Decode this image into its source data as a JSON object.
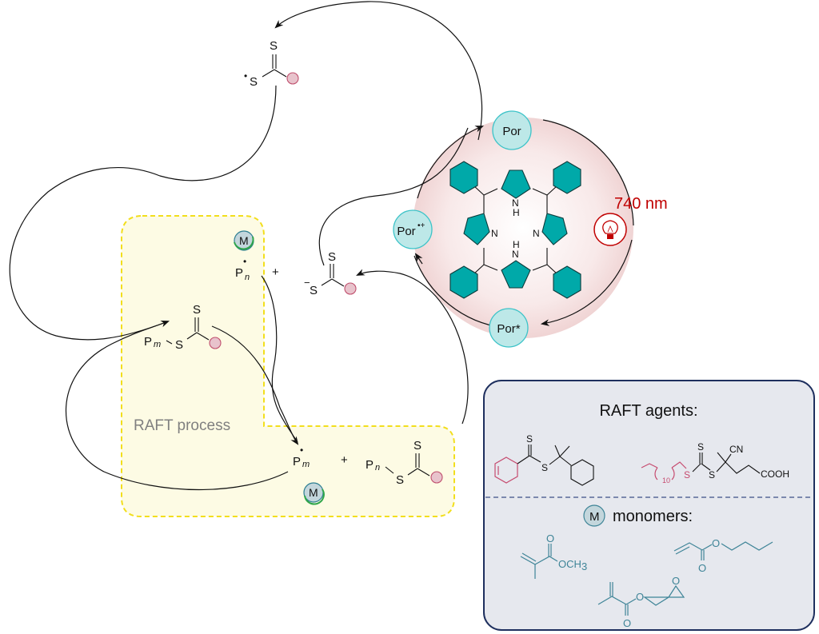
{
  "figure": {
    "top_species": {
      "double_bond_atom": "S",
      "radical_atom": "S",
      "radical_mark": "•"
    },
    "anion_species": {
      "double_bond_atom": "S",
      "atom": "S",
      "charge": "−"
    },
    "plus_sign": "+",
    "pn_radical": {
      "letter": "P",
      "sub": "n",
      "radical_mark": "•"
    },
    "pm_radical": {
      "letter": "P",
      "sub": "m",
      "radical_mark": "•"
    },
    "pm_raft": {
      "letter": "P",
      "sub": "m",
      "atom": "S",
      "double_bond_atom": "S"
    },
    "pn_raft": {
      "letter": "P",
      "sub": "n",
      "atom": "S",
      "double_bond_atom": "S"
    },
    "monomer_badge": "M",
    "raft_process_label": "RAFT process"
  },
  "photocatalyst": {
    "states": {
      "ground": "Por",
      "excited": "Por*",
      "radical_cation": "Por",
      "radical_cation_sup": "•+"
    },
    "porphyrin_atoms": {
      "n": "N",
      "h": "H"
    },
    "light_label": "740 nm",
    "light_icon": "lightbulb-icon",
    "colors": {
      "light": "#c00000",
      "porphyrin": "#00a9a9",
      "por_state": "#bde8e8"
    }
  },
  "legend": {
    "raft_agents_title": "RAFT agents:",
    "agent1": {
      "s_top": "S",
      "s_link": "S"
    },
    "agent2": {
      "s_top": "S",
      "s_pink": "S",
      "s_link": "S",
      "cn": "CN",
      "cooh": "COOH",
      "repeat": "10"
    },
    "monomers_badge": "M",
    "monomers_title": "monomers:",
    "monomer1": {
      "o": "O",
      "och3": "OCH",
      "och3_sub": "3"
    },
    "monomer2": {
      "o1": "O",
      "o2": "O"
    },
    "monomer3": {
      "o1": "O",
      "o2": "O",
      "o3": "O"
    }
  }
}
